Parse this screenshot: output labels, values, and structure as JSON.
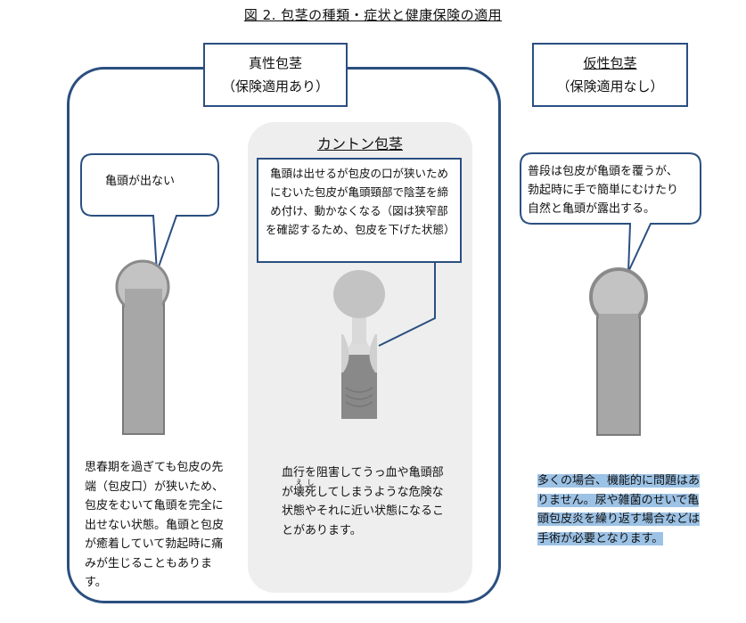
{
  "title": "図 2. 包茎の種類・症状と健康保険の適用",
  "shinsei": {
    "name": "真性包茎",
    "insurance": "（保険適用あり）",
    "bubble": "亀頭が出ない",
    "description": "思春期を過ぎても包皮の先端（包皮口）が狭いため、包皮をむいて亀頭を完全に出せない状態。亀頭と包皮が癒着していて勃起時に痛みが生じることもあります。"
  },
  "kanton": {
    "name": "カントン包茎",
    "callout": "亀頭は出せるが包皮の口が狭いためにむいた包皮が亀頭頸部で陰茎を締め付け、動かなくなる（図は狭窄部を確認するため、包皮を下げた状態）",
    "description_before": "血行を阻害してうっ血や亀頭部が",
    "ruby_base": "壊",
    "ruby_text": "え",
    "ruby_base2": "死",
    "ruby_text2": "し",
    "description_after": "してしまうような危険な状態やそれに近い状態になることがあります。"
  },
  "kasei": {
    "name": "仮性包茎",
    "insurance": "（保険適用なし）",
    "bubble": "普段は包皮が亀頭を覆うが、勃起時に手で簡単にむけたり自然と亀頭が露出する。",
    "description": "多くの場合、機能的に問題はありません。尿や雑菌のせいで亀頭包皮炎を繰り返す場合などは手術が必要となります。"
  },
  "colors": {
    "border": "#2b4f80",
    "panel_gray": "#eeeeee",
    "highlight": "#9cc2e5",
    "shaft": "#a7a7a7",
    "glans": "#c3c3c3"
  }
}
